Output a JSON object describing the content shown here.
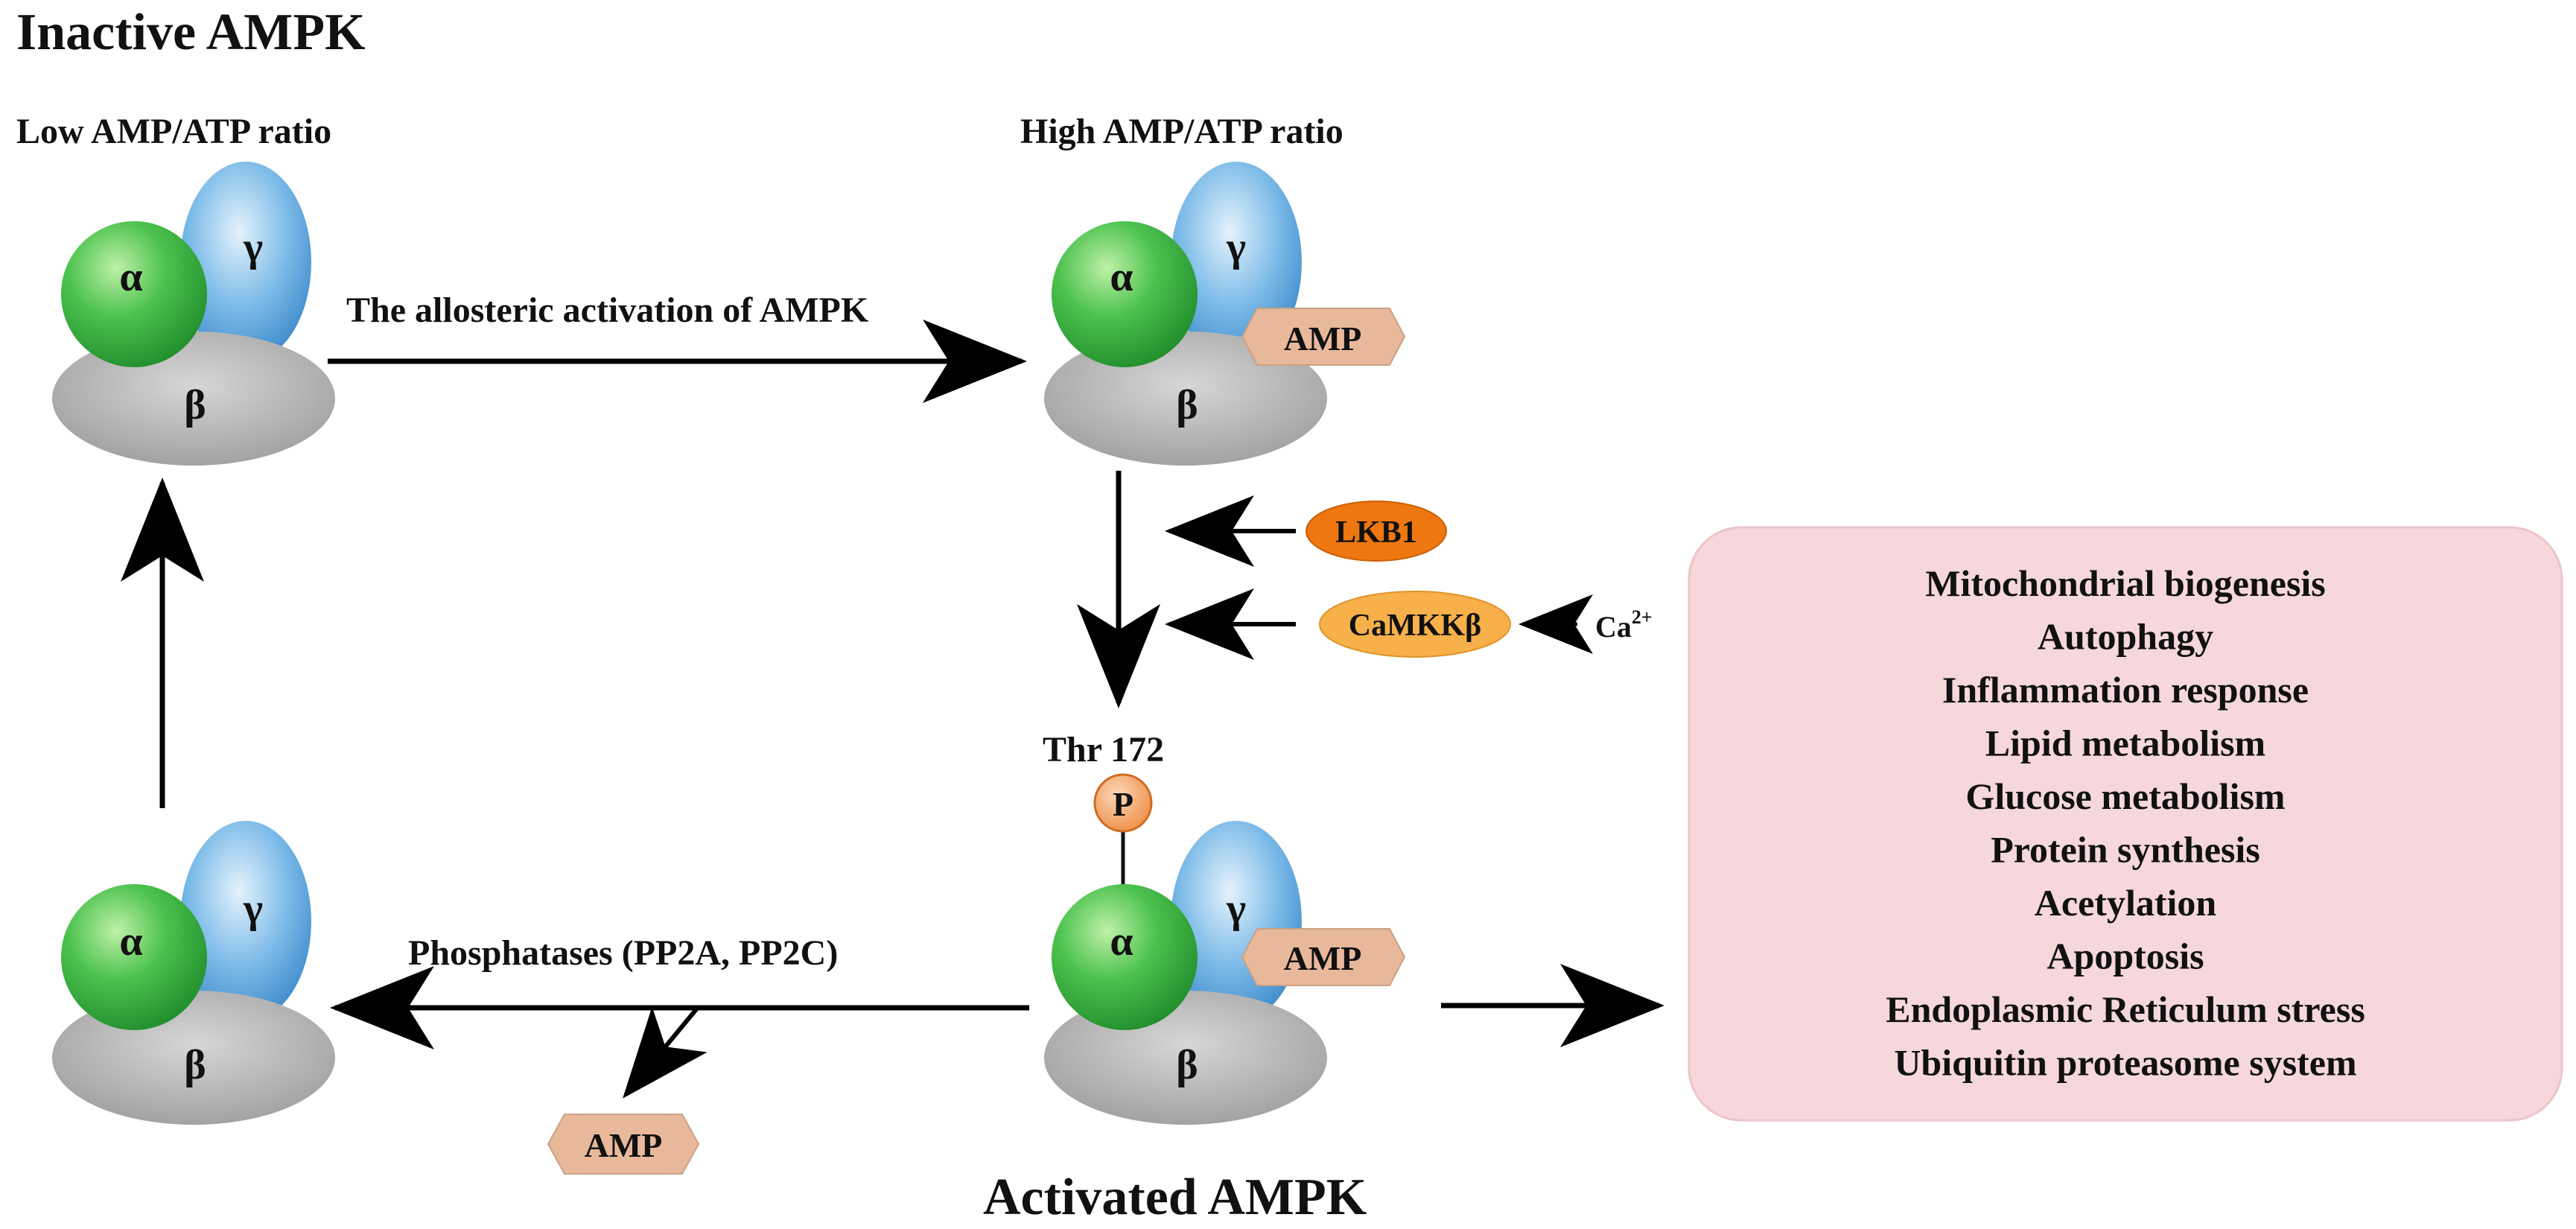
{
  "titles": {
    "inactive": "Inactive AMPK",
    "activated": "Activated AMPK"
  },
  "labels": {
    "low_ratio": "Low AMP/ATP ratio",
    "high_ratio": "High AMP/ATP ratio",
    "allosteric": "The allosteric activation of AMPK",
    "phosphatases": "Phosphatases (PP2A, PP2C)",
    "thr": "Thr 172",
    "p": "P",
    "ca": "Ca",
    "ca_sup": "2+"
  },
  "subunits": {
    "alpha": "α",
    "beta": "β",
    "gamma": "γ"
  },
  "amp": "AMP",
  "kinases": {
    "lkb1": "LKB1",
    "camkk": "CaMKKβ"
  },
  "effects": [
    "Mitochondrial biogenesis",
    "Autophagy",
    "Inflammation  response",
    "Lipid metabolism",
    "Glucose metabolism",
    "Protein synthesis",
    "Acetylation",
    "Apoptosis",
    "Endoplasmic Reticulum stress",
    "Ubiquitin proteasome system"
  ],
  "colors": {
    "alpha": "#2e9e35",
    "beta": "#a8a8a8",
    "gamma": "#3d8fd1",
    "amp": "#e8b89a",
    "lkb1": "#ee7710",
    "camkk": "#f7b04a",
    "phospho": "#f08a3a",
    "effects_box": "#f5d7dc"
  }
}
